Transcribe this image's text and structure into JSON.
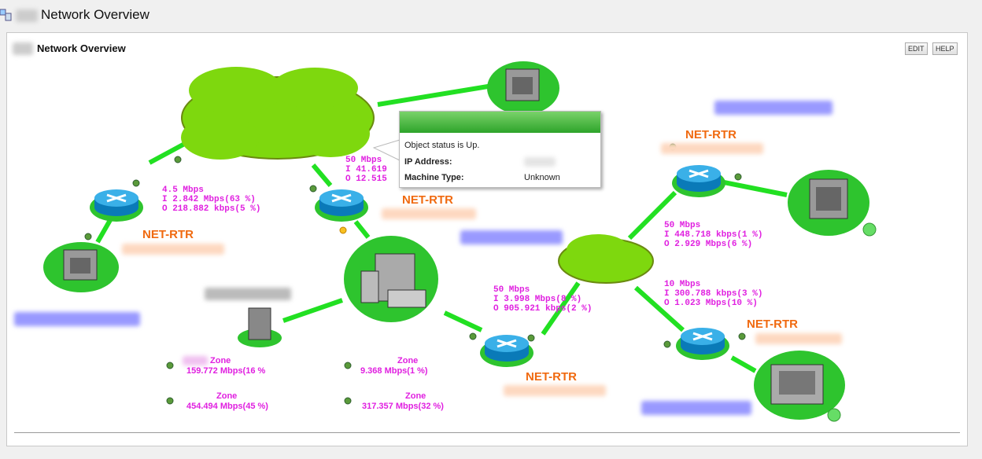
{
  "header": {
    "title": "Network Overview",
    "icon": "network-devices-icon"
  },
  "panel": {
    "title": "Network Overview",
    "edit_label": "EDIT",
    "help_label": "HELP"
  },
  "colors": {
    "link": "#22e022",
    "traffic": "#e020e0",
    "router_label": "#f06a10",
    "cloud": "#7ed80e"
  },
  "routers": [
    {
      "label": "NET-RTR"
    },
    {
      "label": "NET-RTR"
    },
    {
      "label": "NET-RTR"
    },
    {
      "label": "NET-RTR"
    },
    {
      "label": "NET-RTR"
    }
  ],
  "links": [
    {
      "lines": [
        "4.5 Mbps",
        "I 2.842 Mbps(63 %)",
        "O 218.882 kbps(5 %)"
      ]
    },
    {
      "lines": [
        "50 Mbps",
        "I 41.619",
        "O 12.515"
      ]
    },
    {
      "lines": [
        "50 Mbps",
        "I 448.718 kbps(1 %)",
        "O 2.929 Mbps(6 %)"
      ]
    },
    {
      "lines": [
        "10 Mbps",
        "I 300.788 kbps(3 %)",
        "O 1.023 Mbps(10 %)"
      ]
    },
    {
      "lines": [
        "50 Mbps",
        "I 3.998 Mbps(8 %)",
        "O 905.921 kbps(2 %)"
      ]
    }
  ],
  "zones": [
    {
      "name": "Zone",
      "value": "159.772 Mbps(16 %"
    },
    {
      "name": "Zone",
      "value": "454.494 Mbps(45 %)"
    },
    {
      "name": "Zone",
      "value": "9.368 Mbps(1 %)"
    },
    {
      "name": "Zone",
      "value": "317.357 Mbps(32 %)"
    }
  ],
  "tooltip": {
    "status": "Object status is Up.",
    "ip_label": "IP Address:",
    "type_label": "Machine Type:",
    "type_value": "Unknown"
  }
}
